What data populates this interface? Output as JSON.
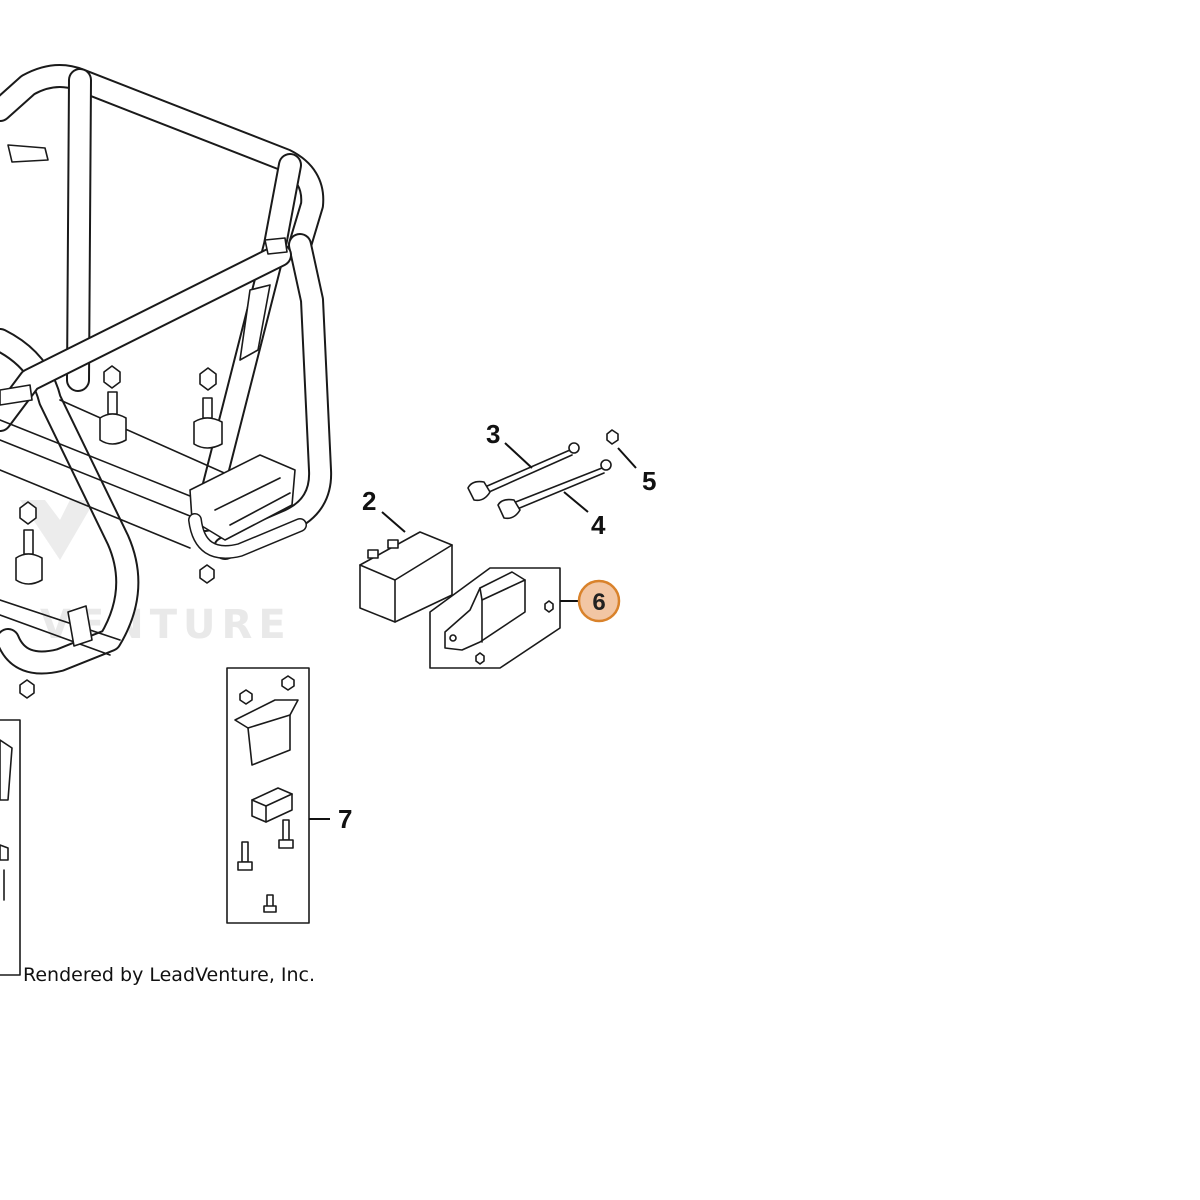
{
  "watermark": {
    "text": "VENTURE"
  },
  "callouts": [
    {
      "id": "2",
      "label": "2"
    },
    {
      "id": "3",
      "label": "3"
    },
    {
      "id": "4",
      "label": "4"
    },
    {
      "id": "5",
      "label": "5"
    },
    {
      "id": "6",
      "label": "6",
      "highlighted": true
    },
    {
      "id": "7",
      "label": "7"
    }
  ],
  "colors": {
    "highlight_fill": "#f2c6a4",
    "highlight_stroke": "#d9822b",
    "line": "#1a1a1a"
  },
  "footer": {
    "credit": "Rendered by LeadVenture, Inc."
  }
}
